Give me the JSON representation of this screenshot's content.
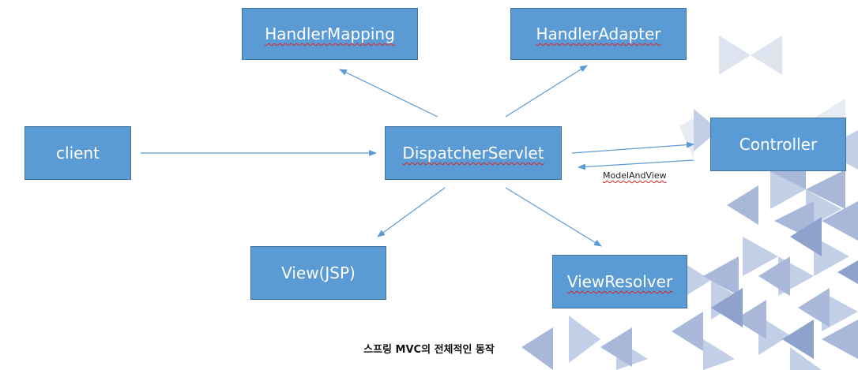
{
  "nodes": {
    "handler_mapping": "HandlerMapping",
    "handler_adapter": "HandlerAdapter",
    "client": "client",
    "dispatcher_servlet": "DispatcherServlet",
    "controller": "Controller",
    "view_jsp": "View(JSP)",
    "view_resolver": "ViewResolver"
  },
  "edge_labels": {
    "model_and_view": "ModelAndView"
  },
  "caption": "스프링 MVC의 전체적인 동작",
  "colors": {
    "box_fill": "#5b9bd5",
    "box_border": "#41719c",
    "arrow": "#5b9bd5",
    "spellcheck": "#e02020"
  }
}
